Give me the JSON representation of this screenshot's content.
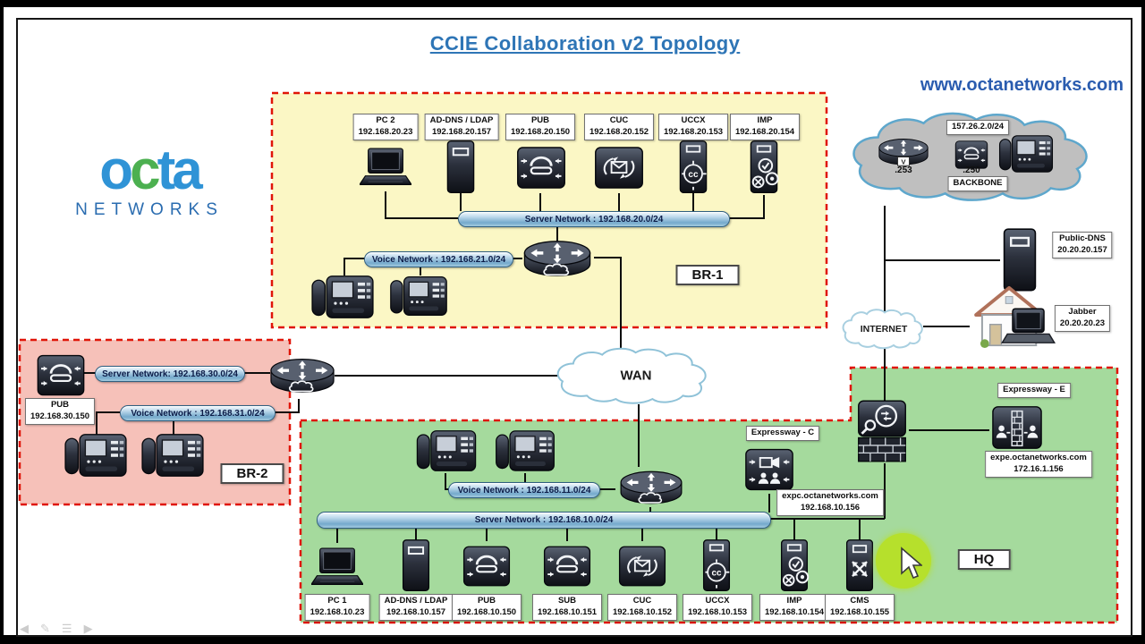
{
  "title": "CCIE Collaboration v2 Topology",
  "website": "www.octanetworks.com",
  "logo": {
    "o": "o",
    "c": "c",
    "t": "t",
    "a": "a",
    "sub": "NETWORKS"
  },
  "zones": {
    "br1": "BR-1",
    "br2": "BR-2",
    "hq": "HQ"
  },
  "clouds": {
    "wan": "WAN",
    "internet": "INTERNET"
  },
  "backbone": {
    "subnet": "157.26.2.0/24",
    "label": "BACKBONE",
    "router_ip": ".253",
    "cucm_ip": ".250"
  },
  "networks": {
    "br1_server": "Server Network : 192.168.20.0/24",
    "br1_voice": "Voice Network : 192.168.21.0/24",
    "br2_server": "Server Network: 192.168.30.0/24",
    "br2_voice": "Voice Network : 192.168.31.0/24",
    "hq_voice": "Voice Network : 192.168.11.0/24",
    "hq_server": "Server Network : 192.168.10.0/24"
  },
  "br1_nodes": [
    {
      "name": "PC 2",
      "ip": "192.168.20.23"
    },
    {
      "name": "AD-DNS / LDAP",
      "ip": "192.168.20.157"
    },
    {
      "name": "PUB",
      "ip": "192.168.20.150"
    },
    {
      "name": "CUC",
      "ip": "192.168.20.152"
    },
    {
      "name": "UCCX",
      "ip": "192.168.20.153"
    },
    {
      "name": "IMP",
      "ip": "192.168.20.154"
    }
  ],
  "hq_nodes": [
    {
      "name": "PC 1",
      "ip": "192.168.10.23"
    },
    {
      "name": "AD-DNS / LDAP",
      "ip": "192.168.10.157"
    },
    {
      "name": "PUB",
      "ip": "192.168.10.150"
    },
    {
      "name": "SUB",
      "ip": "192.168.10.151"
    },
    {
      "name": "CUC",
      "ip": "192.168.10.152"
    },
    {
      "name": "UCCX",
      "ip": "192.168.10.153"
    },
    {
      "name": "IMP",
      "ip": "192.168.10.154"
    },
    {
      "name": "CMS",
      "ip": "192.168.10.155"
    }
  ],
  "br2_pub": {
    "name": "PUB",
    "ip": "192.168.30.150"
  },
  "edge": {
    "public_dns": {
      "name": "Public-DNS",
      "ip": "20.20.20.157"
    },
    "jabber": {
      "name": "Jabber",
      "ip": "20.20.20.23"
    }
  },
  "expressway_c": {
    "label": "Expressway - C",
    "fqdn": "expc.octanetworks.com",
    "ip": "192.168.10.156"
  },
  "expressway_e": {
    "label": "Expressway - E",
    "fqdn": "expe.octanetworks.com",
    "ip": "172.16.1.156"
  },
  "toolbar": {
    "items": [
      {
        "name": "back",
        "glyph": "◀"
      },
      {
        "name": "pen",
        "glyph": "✎"
      },
      {
        "name": "menu",
        "glyph": "☰"
      },
      {
        "name": "forward",
        "glyph": "▶"
      }
    ]
  }
}
